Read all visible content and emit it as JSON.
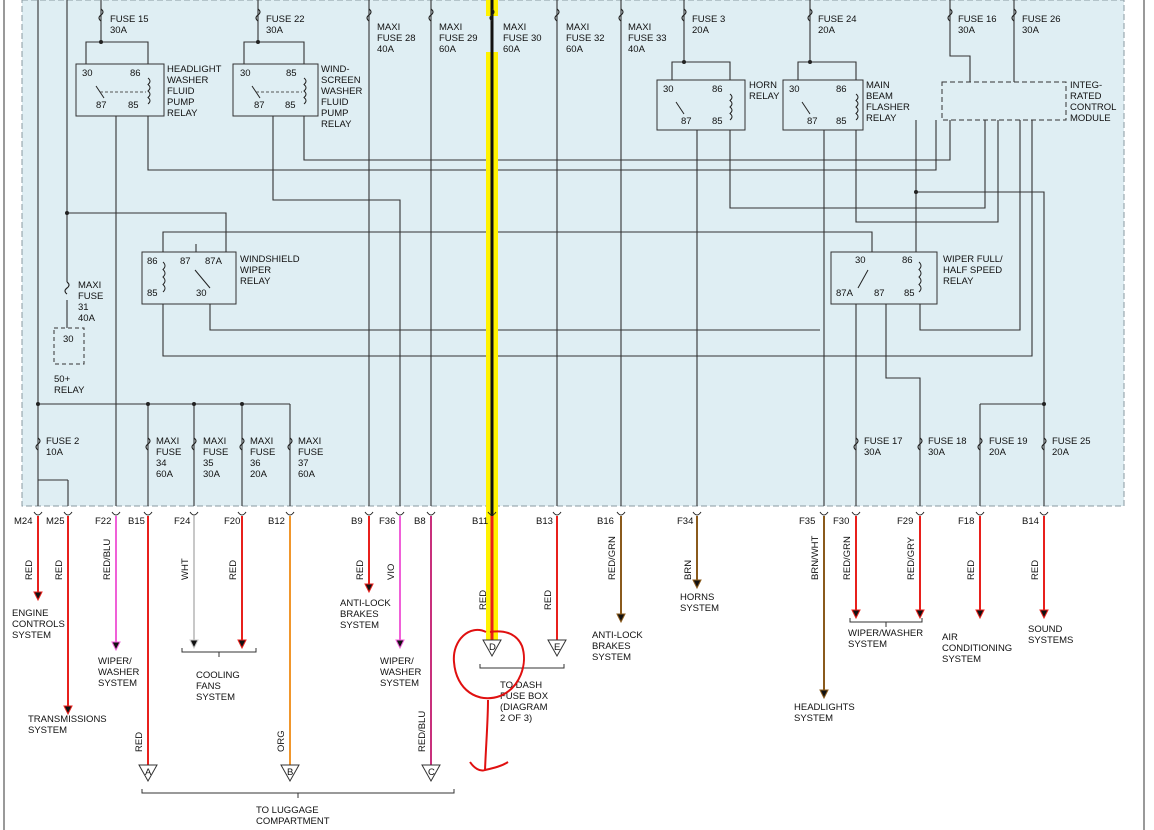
{
  "colors": {
    "panel_fill": "#dfeef3",
    "panel_border": "#8a9aa2",
    "wire_red": "#e8201c",
    "wire_pink": "#f060d8",
    "wire_magenta": "#c8307c",
    "wire_orange": "#f0962c",
    "wire_white": "#c8c8c8",
    "wire_brown": "#8a5a1c",
    "wire_dark": "#333333",
    "highlight_yellow": "#fff200",
    "annotation_red": "#e01010"
  },
  "fuses_top": [
    {
      "label": "FUSE 15",
      "rating": "30A"
    },
    {
      "label": "FUSE 22",
      "rating": "30A"
    },
    {
      "label": "MAXI",
      "label2": "FUSE 28",
      "rating": "40A"
    },
    {
      "label": "MAXI",
      "label2": "FUSE 29",
      "rating": "60A"
    },
    {
      "label": "MAXI",
      "label2": "FUSE 30",
      "rating": "60A"
    },
    {
      "label": "MAXI",
      "label2": "FUSE 32",
      "rating": "60A"
    },
    {
      "label": "MAXI",
      "label2": "FUSE 33",
      "rating": "40A"
    },
    {
      "label": "FUSE 3",
      "rating": "20A"
    },
    {
      "label": "FUSE 24",
      "rating": "20A"
    },
    {
      "label": "FUSE 16",
      "rating": "30A"
    },
    {
      "label": "FUSE 26",
      "rating": "30A"
    }
  ],
  "relays": {
    "headlight_washer": [
      "HEADLIGHT",
      "WASHER",
      "FLUID",
      "PUMP",
      "RELAY"
    ],
    "windscreen_washer": [
      "WIND-",
      "SCREEN",
      "WASHER",
      "FLUID",
      "PUMP",
      "RELAY"
    ],
    "horn": [
      "HORN",
      "RELAY"
    ],
    "main_beam": [
      "MAIN",
      "BEAM",
      "FLASHER",
      "RELAY"
    ],
    "icm": [
      "INTEG-",
      "RATED",
      "CONTROL",
      "MODULE"
    ],
    "windshield_wiper": [
      "WINDSHIELD",
      "WIPER",
      "RELAY"
    ],
    "wiper_speed": [
      "WIPER FULL/",
      "HALF SPEED",
      "RELAY"
    ],
    "relay_50": [
      "50+",
      "RELAY"
    ]
  },
  "pins": {
    "p30": "30",
    "p86": "86",
    "p87": "87",
    "p85": "85",
    "p87a": "87A"
  },
  "maxi31": [
    "MAXI",
    "FUSE",
    "31",
    "40A"
  ],
  "fuses_bottom": [
    {
      "label": "FUSE 2",
      "rating": "10A"
    },
    {
      "label": "MAXI",
      "label2": "FUSE",
      "label3": "34",
      "rating": "60A"
    },
    {
      "label": "MAXI",
      "label2": "FUSE",
      "label3": "35",
      "rating": "30A"
    },
    {
      "label": "MAXI",
      "label2": "FUSE",
      "label3": "36",
      "rating": "20A"
    },
    {
      "label": "MAXI",
      "label2": "FUSE",
      "label3": "37",
      "rating": "60A"
    },
    {
      "label": "FUSE 17",
      "rating": "30A"
    },
    {
      "label": "FUSE 18",
      "rating": "30A"
    },
    {
      "label": "FUSE 19",
      "rating": "20A"
    },
    {
      "label": "FUSE 25",
      "rating": "20A"
    }
  ],
  "connectors": [
    "M24",
    "M25",
    "F22",
    "B15",
    "F24",
    "F20",
    "B12",
    "B9",
    "F36",
    "B8",
    "B11",
    "B13",
    "B16",
    "F34",
    "F35",
    "F30",
    "F29",
    "F18",
    "B14"
  ],
  "wire_colors": [
    "RED",
    "RED",
    "RED/BLU",
    "RED",
    "WHT",
    "RED",
    "ORG",
    "RED",
    "VIO",
    "RED/BLU",
    "RED",
    "RED",
    "RED/GRN",
    "BRN",
    "BRN/WHT",
    "RED/GRN",
    "RED/GRY",
    "RED",
    "RED"
  ],
  "terminals": {
    "A": "A",
    "B": "B",
    "C": "C",
    "D": "D",
    "E": "E"
  },
  "destinations": {
    "engine_controls": [
      "ENGINE",
      "CONTROLS",
      "SYSTEM"
    ],
    "transmissions": [
      "TRANSMISSIONS",
      "SYSTEM"
    ],
    "wiper_washer_left": [
      "WIPER/",
      "WASHER",
      "SYSTEM"
    ],
    "cooling_fans": [
      "COOLING",
      "FANS",
      "SYSTEM"
    ],
    "anti_lock_left": [
      "ANTI-LOCK",
      "BRAKES",
      "SYSTEM"
    ],
    "wiper_washer_mid": [
      "WIPER/",
      "WASHER",
      "SYSTEM"
    ],
    "dash_fuse_box": [
      "TO DASH",
      "FUSE BOX",
      "(DIAGRAM",
      "2 OF 3)"
    ],
    "anti_lock_right": [
      "ANTI-LOCK",
      "BRAKES",
      "SYSTEM"
    ],
    "horns": [
      "HORNS",
      "SYSTEM"
    ],
    "headlights": [
      "HEADLIGHTS",
      "SYSTEM"
    ],
    "wiper_washer_right": [
      "WIPER/WASHER",
      "SYSTEM"
    ],
    "air_conditioning": [
      "AIR",
      "CONDITIONING",
      "SYSTEM"
    ],
    "sound": [
      "SOUND",
      "SYSTEMS"
    ],
    "luggage": [
      "TO LUGGAGE",
      "COMPARTMENT"
    ]
  }
}
